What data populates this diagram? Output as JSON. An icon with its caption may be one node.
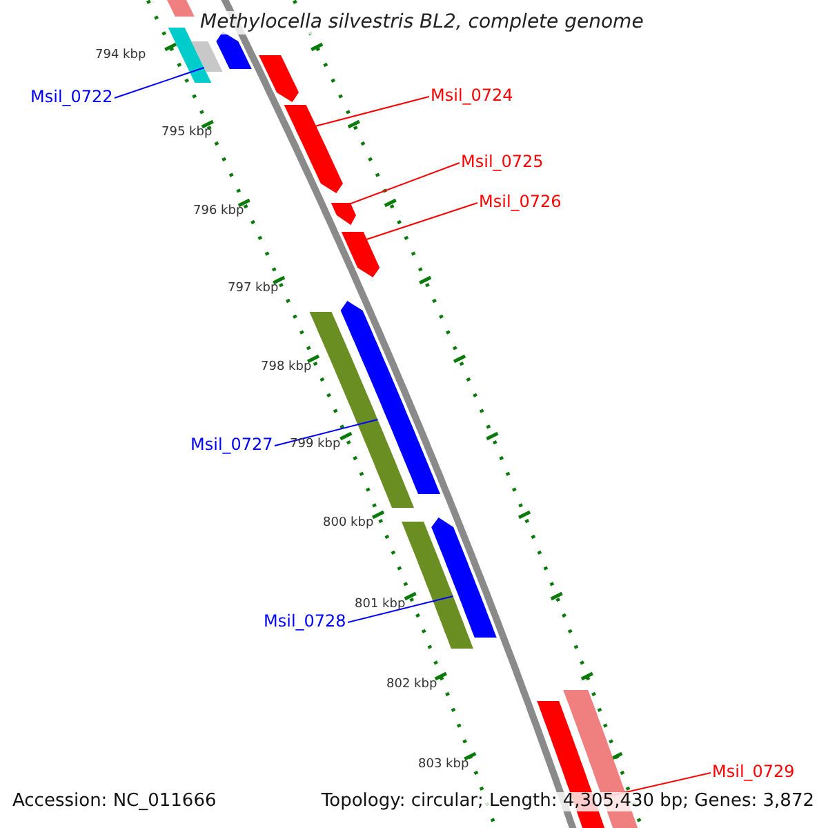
{
  "diagram": {
    "title": "Methylocella silvestris BL2, complete genome",
    "nodes": [
      {
        "text": [
          "Msil_0722"
        ]
      },
      {
        "text": [],
        "shape": "bar"
      },
      {
        "text": [
          "Msil_0724"
        ]
      },
      {
        "text": [],
        "shape": "arrow"
      },
      {
        "text": [
          "Msil_0725"
        ]
      },
      {
        "text": [],
        "shape": "arrow"
      },
      {
        "text": [
          "Msil_0726"
        ]
      },
      {
        "text": [],
        "shape": "arrow"
      },
      {
        "text": [
          "Msil_0727"
        ]
      },
      {
        "text": [],
        "shape": "bar"
      },
      {
        "text": [
          "Msil_0728"
        ]
      },
      {
        "text": [],
        "shape": "bar"
      },
      {
        "text": [
          "Msil_0729"
        ]
      },
      {
        "text": [],
        "shape": "bar"
      },
      {
        "text": [],
        "shape": "bar"
      },
      {
        "text": [],
        "shape": "arrow"
      },
      {
        "text": [],
        "shape": "bar"
      },
      {
        "text": [],
        "shape": "arrow"
      },
      {
        "text": [],
        "shape": "arrow"
      },
      {
        "text": [],
        "shape": "arrow"
      },
      {
        "text": [],
        "shape": "bar"
      }
    ],
    "edges": [
      {
        "from": 0,
        "to": 1,
        "arrow": "none",
        "color": "#0000ff"
      },
      {
        "from": 2,
        "to": 3,
        "arrow": "none",
        "color": "#ff0000"
      },
      {
        "from": 4,
        "to": 5,
        "arrow": "none",
        "color": "#ff0000"
      },
      {
        "from": 6,
        "to": 7,
        "arrow": "none",
        "color": "#ff0000"
      },
      {
        "from": 8,
        "to": 9,
        "arrow": "none",
        "color": "#0000ff"
      },
      {
        "from": 10,
        "to": 11,
        "arrow": "none",
        "color": "#0000ff"
      },
      {
        "from": 12,
        "to": 13,
        "arrow": "none",
        "color": "#ff0000"
      }
    ],
    "labels": [
      "794 kbp",
      "795 kbp",
      "796 kbp",
      "797 kbp",
      "798 kbp",
      "799 kbp",
      "800 kbp",
      "801 kbp",
      "802 kbp",
      "803 kbp",
      "Accession: NC_011666",
      "Topology: circular; Length: 4,305,430 bp; Genes: 3,872"
    ]
  }
}
